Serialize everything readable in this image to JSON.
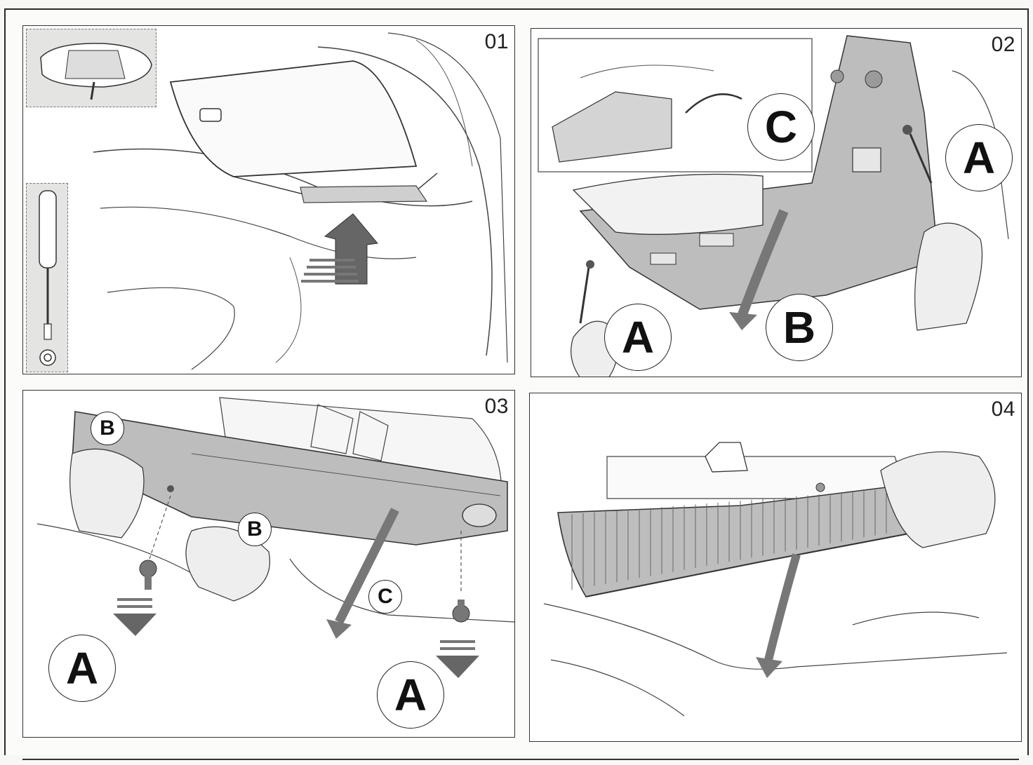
{
  "panels": [
    {
      "step": "01"
    },
    {
      "step": "02",
      "callouts": [
        "C",
        "A",
        "A",
        "B"
      ]
    },
    {
      "step": "03",
      "callouts": [
        "B",
        "B",
        "C",
        "A",
        "A"
      ]
    },
    {
      "step": "04"
    }
  ],
  "colors": {
    "line": "#333333",
    "shade": "#bdbdbd",
    "arrow": "#5a5a5a",
    "paper": "#ffffff"
  },
  "icons": [
    "car-topview-icon",
    "screwdriver-icon",
    "torx-bit-icon",
    "push-arrow-icon",
    "pull-arrow-icon",
    "screw-icon",
    "hand-icon"
  ]
}
